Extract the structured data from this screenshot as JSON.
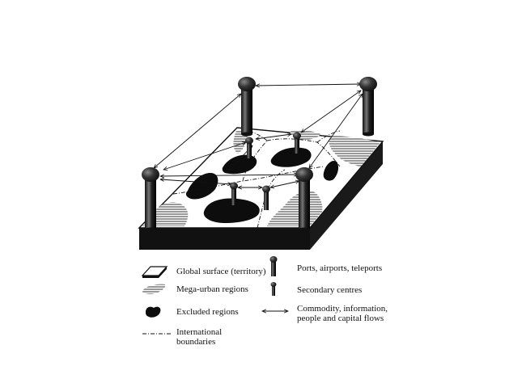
{
  "legend": {
    "global_surface": "Global surface (territory)",
    "mega_urban": "Mega-urban regions",
    "excluded": "Excluded regions",
    "boundaries_line1": "International",
    "boundaries_line2": "boundaries",
    "ports": "Ports, airports, teleports",
    "secondary": "Secondary centres",
    "flows_line1": "Commodity, information,",
    "flows_line2": "people and capital flows"
  },
  "colors": {
    "ink": "#111111",
    "hatch": "#6a6a6a",
    "surface": "#ffffff"
  },
  "icons": {
    "major_pillar": "port-pillar-icon",
    "minor_pillar": "secondary-centre-icon",
    "flow": "double-arrow-icon"
  }
}
